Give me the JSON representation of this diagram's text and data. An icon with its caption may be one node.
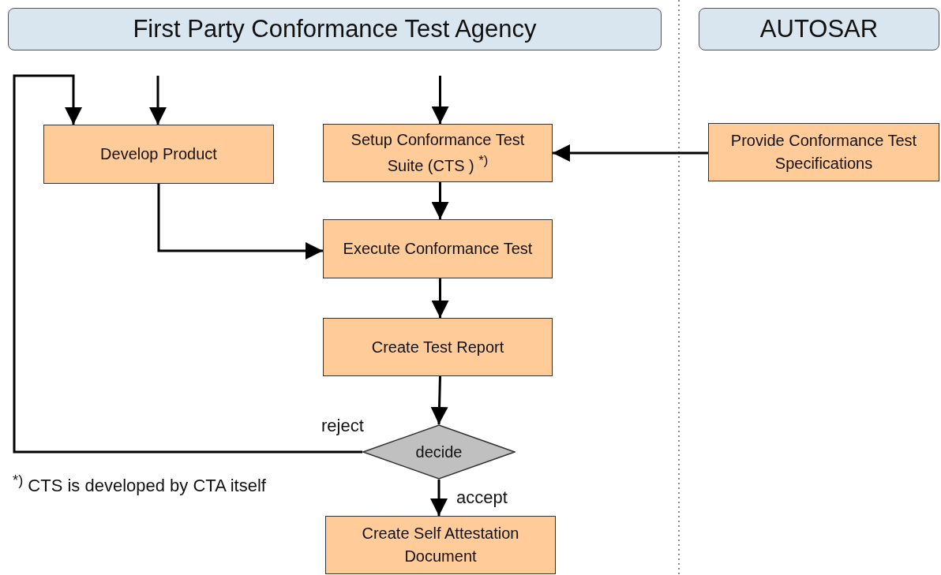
{
  "diagram": {
    "nodes": [
      {
        "text": [
          "First Party Conformance Test Agency"
        ]
      },
      {
        "text": [
          "AUTOSAR"
        ]
      },
      {
        "text": [
          "Develop Product"
        ]
      },
      {
        "text": [
          "Setup Conformance Test Suite (CTS ) $^{*)}$"
        ]
      },
      {
        "text": [
          "Provide Conformance Test Specifications"
        ]
      },
      {
        "text": [
          "Execute Conformance Test"
        ]
      },
      {
        "text": [
          "Create Test Report"
        ]
      },
      {
        "text": [
          "decide"
        ]
      },
      {
        "text": [
          "Create Self Attestation Document"
        ]
      }
    ],
    "edges": [
      {
        "from": null,
        "to": 2,
        "arrow": "to"
      },
      {
        "from": null,
        "to": 3,
        "arrow": "to"
      },
      {
        "from": 7,
        "to": 2,
        "arrow": "to",
        "label": "reject"
      },
      {
        "from": 4,
        "to": 3,
        "arrow": "to"
      },
      {
        "from": 3,
        "to": 5,
        "arrow": "to"
      },
      {
        "from": 2,
        "to": 5,
        "arrow": "to"
      },
      {
        "from": 5,
        "to": 6,
        "arrow": "to"
      },
      {
        "from": 6,
        "to": 7,
        "arrow": "to"
      },
      {
        "from": 7,
        "to": 8,
        "arrow": "to",
        "label": "accept"
      }
    ],
    "labels": [
      "$^{*)}$ CTS is developed by CTA itself"
    ]
  }
}
